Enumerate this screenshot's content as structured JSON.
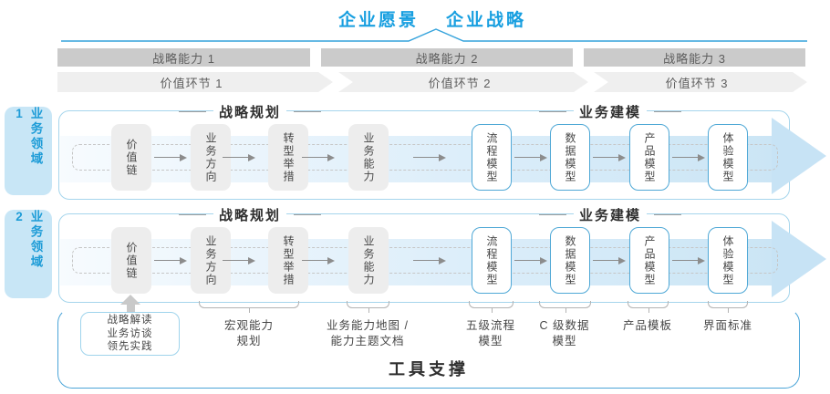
{
  "header": {
    "vision": "企业愿景",
    "strategy": "企业战略"
  },
  "capability_bars": [
    {
      "label": "战略能力 1"
    },
    {
      "label": "战略能力 2"
    },
    {
      "label": "战略能力 3"
    }
  ],
  "value_links": [
    {
      "label": "价值环节 1"
    },
    {
      "label": "价值环节 2"
    },
    {
      "label": "价值环节 3"
    }
  ],
  "domains": [
    {
      "label": "业务领域 1"
    },
    {
      "label": "业务领域 2"
    }
  ],
  "bands": [
    {
      "planning_title": "战略规划",
      "modeling_title": "业务建模",
      "boxes": [
        {
          "label": "价值链"
        },
        {
          "label": "业务方向"
        },
        {
          "label": "转型举措"
        },
        {
          "label": "业务能力"
        },
        {
          "label": "流程模型"
        },
        {
          "label": "数据模型"
        },
        {
          "label": "产品模型"
        },
        {
          "label": "体验模型"
        }
      ]
    },
    {
      "planning_title": "战略规划",
      "modeling_title": "业务建模",
      "boxes": [
        {
          "label": "价值链"
        },
        {
          "label": "业务方向"
        },
        {
          "label": "转型举措"
        },
        {
          "label": "业务能力"
        },
        {
          "label": "流程模型"
        },
        {
          "label": "数据模型"
        },
        {
          "label": "产品模型"
        },
        {
          "label": "体验模型"
        }
      ]
    }
  ],
  "callout": {
    "line1": "战略解读",
    "line2": "业务访谈",
    "line3": "领先实践"
  },
  "annotations": [
    {
      "line1": "宏观能力",
      "line2": "规划"
    },
    {
      "line1": "业务能力地图 /",
      "line2": "能力主题文档"
    },
    {
      "line1": "五级流程",
      "line2": "模型"
    },
    {
      "line1": "C 级数据",
      "line2": "模型"
    },
    {
      "line1": "产品模板",
      "line2": ""
    },
    {
      "line1": "界面标准",
      "line2": ""
    }
  ],
  "footer": {
    "tools_label": "工具支撑"
  },
  "colors": {
    "accent": "#189fe0",
    "tab-bg": "#c8e6f6",
    "tab-text": "#1e9cd7",
    "band-border": "#a5d5ec",
    "box-blue": "#4fa8d6",
    "bar-bg": "#cbcbcb",
    "chev-bg": "#efefef",
    "box-gray": "#ededed",
    "tools-border": "#4ba5d8"
  }
}
